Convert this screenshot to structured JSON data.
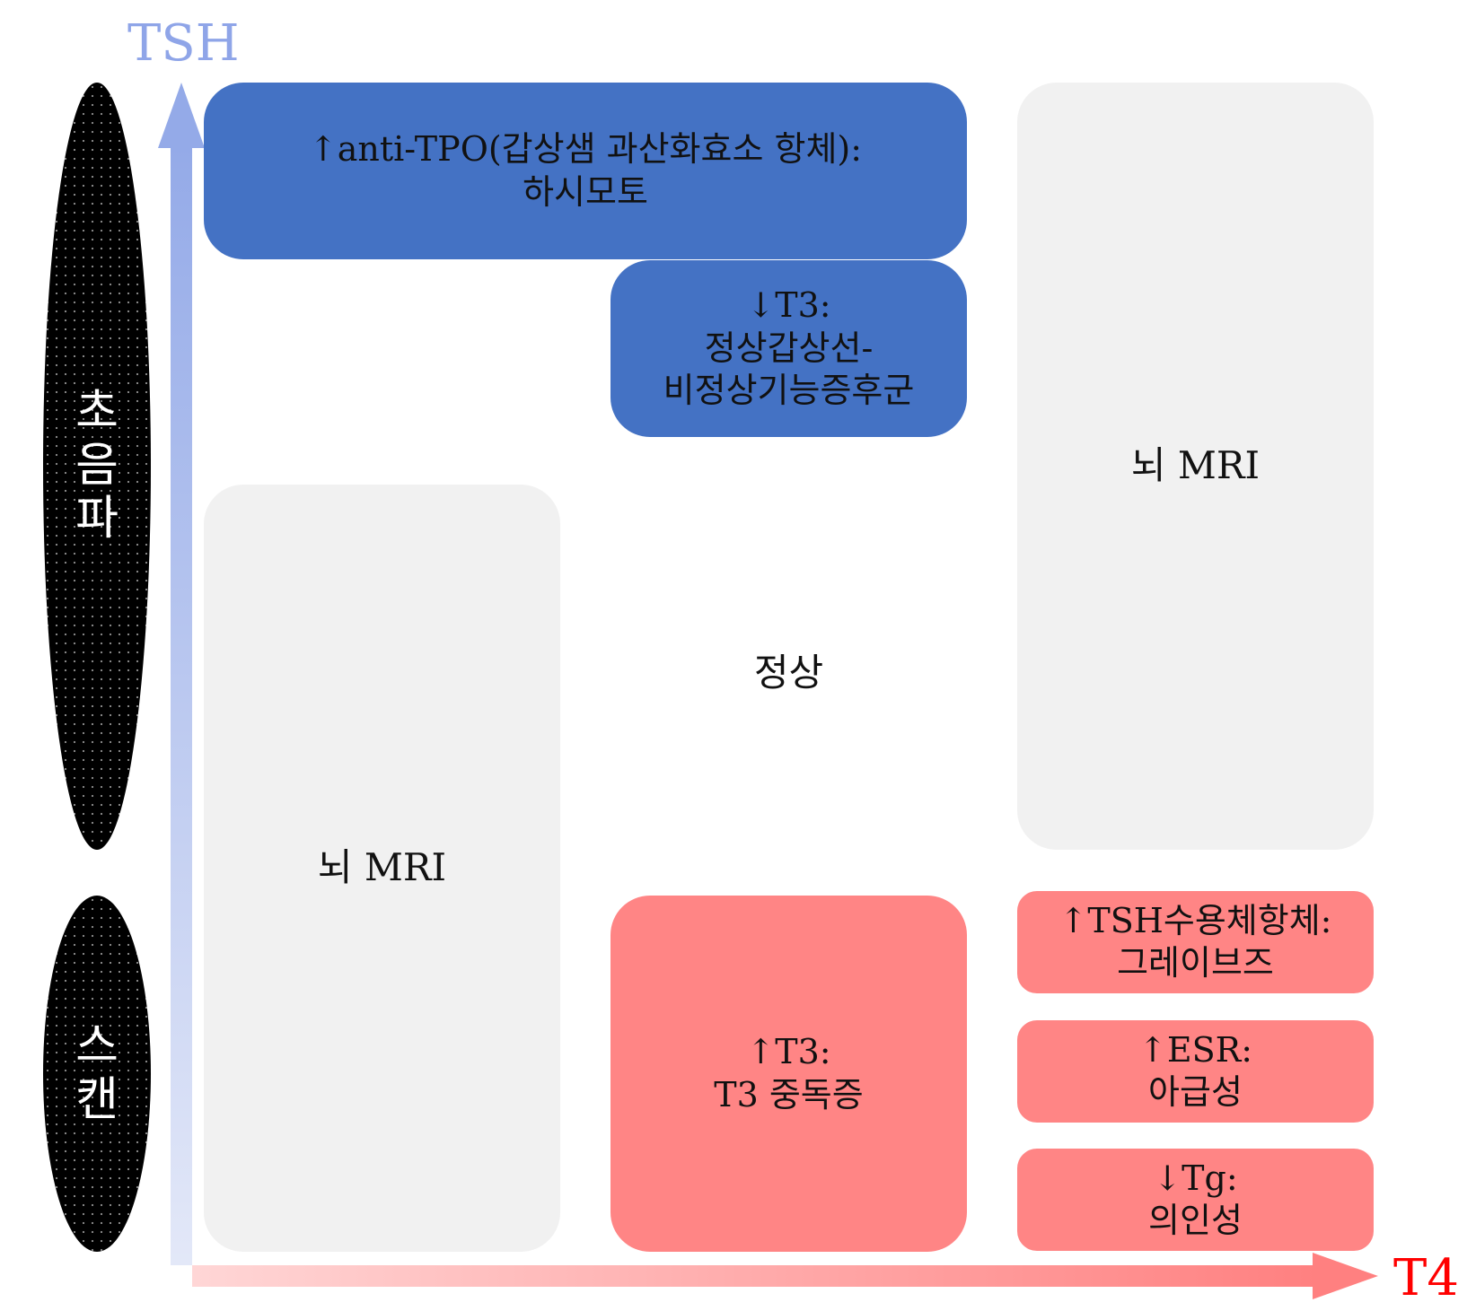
{
  "axes": {
    "y_label": "TSH",
    "x_label": "T4",
    "y_color": "#8FA5E8",
    "x_color": "#FF0000"
  },
  "side": {
    "ultrasound": "초음파",
    "scan": "스캔"
  },
  "cells": {
    "hashimoto": "↑anti-TPO(갑상샘 과산화효소 항체):\n하시모토",
    "sick_euthyroid": "↓T3:\n정상갑상선-\n비정상기능증후군",
    "mri_right": "뇌 MRI",
    "normal": "정상",
    "mri_left": "뇌 MRI",
    "t3_toxicosis": "↑T3:\nT3 중독증",
    "graves": "↑TSH수용체항체:\n그레이브즈",
    "subacute": "↑ESR:\n아급성",
    "factitious": "↓Tg:\n의인성"
  },
  "colors": {
    "blue": "#4472C4",
    "gray": "#F1F1F1",
    "red": "#FF8585"
  }
}
